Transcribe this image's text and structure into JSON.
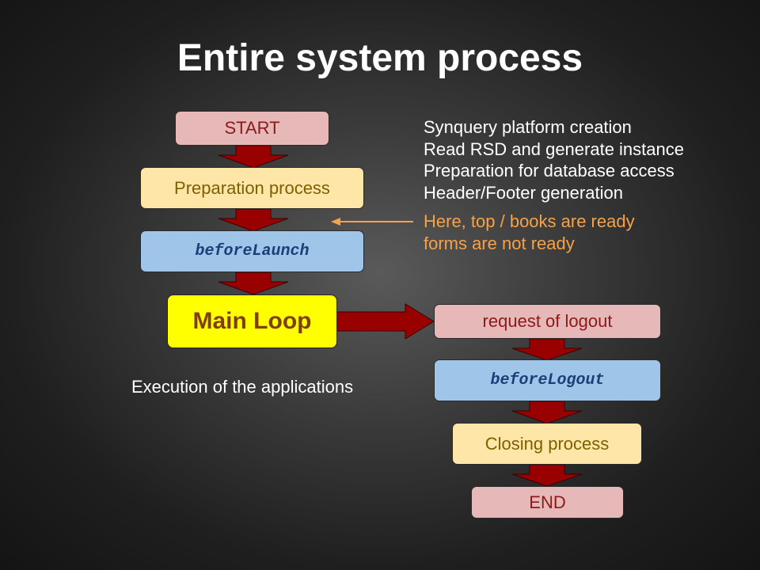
{
  "slide": {
    "title": "Entire system process"
  },
  "flow": {
    "start": "START",
    "preparation": "Preparation process",
    "before_launch": "beforeLaunch",
    "main_loop": "Main Loop",
    "request_logout": "request of logout",
    "before_logout": "beforeLogout",
    "closing": "Closing process",
    "end": "END"
  },
  "notes": {
    "preparation_steps": [
      "Synquery platform creation",
      "Read RSD and generate instance",
      "Preparation for database access",
      "Header/Footer generation"
    ],
    "ready_lines": [
      "Here, top / books are ready",
      "forms are not ready"
    ],
    "execution": "Execution of the applications"
  },
  "colors": {
    "background": "#2e2e2e",
    "arrow_fill": "#990000",
    "pointer_arrow": "#f6a24a",
    "start_end_box": "#e6b8b7",
    "process_box": "#fde6a8",
    "hook_box": "#9fc5e8",
    "main_loop_box": "#ffff00"
  }
}
